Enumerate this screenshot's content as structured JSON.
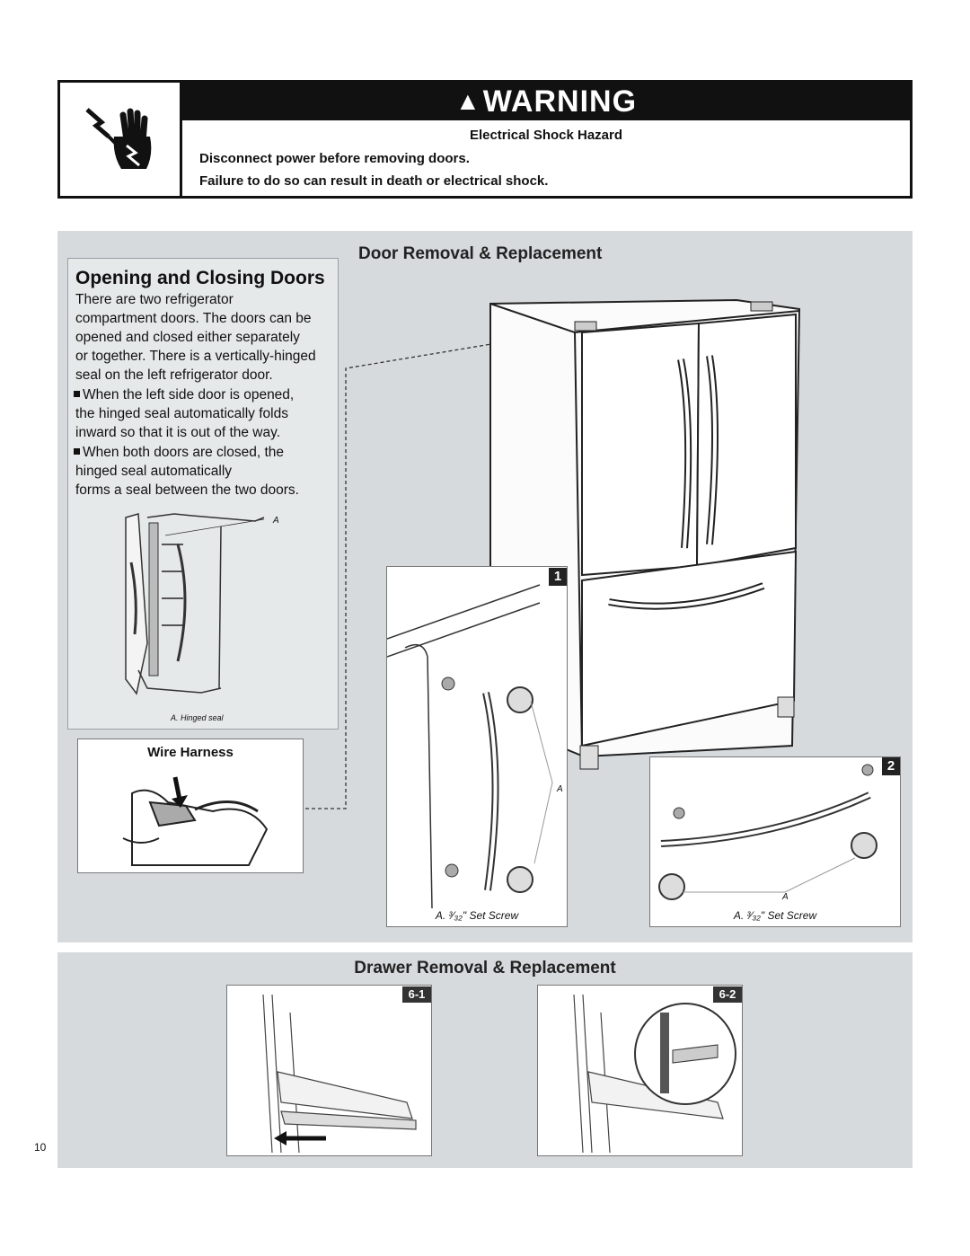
{
  "warning": {
    "header": "WARNING",
    "hazard": "Electrical Shock Hazard",
    "line1": "Disconnect power before removing doors.",
    "line2": "Failure to do so can result in death or electrical shock."
  },
  "door_section": {
    "title": "Door Removal & Replacement",
    "opening": {
      "title": "Opening and Closing Doors",
      "lines": [
        "There are two refrigerator",
        "compartment doors. The doors can be",
        "opened and closed either separately",
        "or together. There is a vertically-hinged",
        "seal on the left refrigerator door.",
        "When the left side door is opened,",
        "the hinged seal automatically folds",
        "inward so that it is out of the way.",
        "When both doors are closed, the",
        "hinged seal automatically",
        "forms a seal between the two doors."
      ],
      "figure_label": "A",
      "figure_caption": "A. Hinged seal"
    },
    "wire_harness": "Wire Harness",
    "fig1": {
      "badge": "1",
      "label": "A",
      "caption": "A. ³⁄₃₂\" Set Screw"
    },
    "fig2": {
      "badge": "2",
      "label": "A",
      "caption": "A. ³⁄₃₂\" Set Screw"
    }
  },
  "drawer_section": {
    "title": "Drawer Removal & Replacement",
    "fig61": "6-1",
    "fig62": "6-2"
  },
  "page_number": "10"
}
